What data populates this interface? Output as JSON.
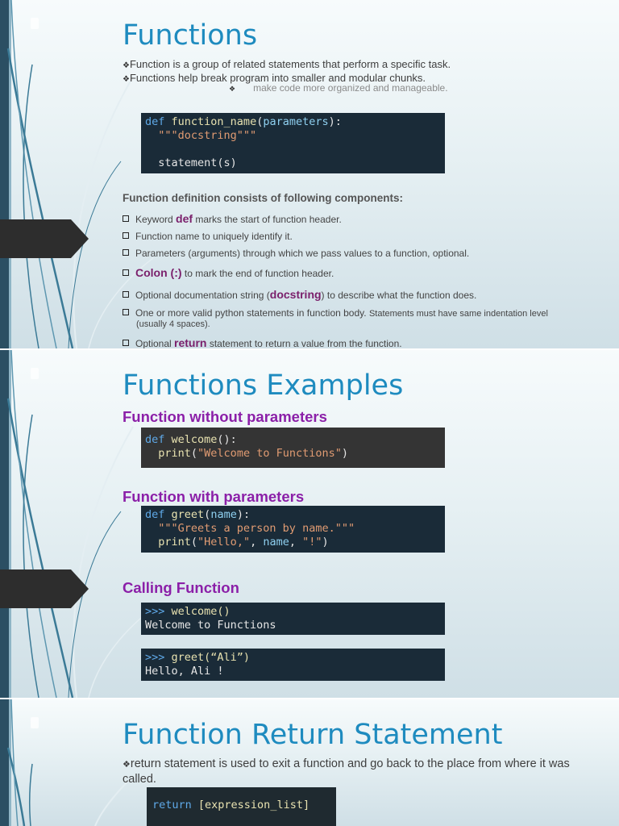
{
  "slide1": {
    "title": "Functions",
    "bullet_symbol": "❖",
    "bullets": [
      "Function is a group of related statements that perform a specific task.",
      "Functions help break program into smaller and modular chunks."
    ],
    "sub_bullet": "make code more organized and manageable.",
    "code": {
      "def_kw": "def",
      "name": "function_name",
      "open": "(",
      "params": "parameters",
      "close": "):",
      "docstring": "  \"\"\"docstring\"\"\"",
      "statement": "  statement(s)"
    },
    "components_heading": "Function definition consists of following components:",
    "components": {
      "c1_pre": "Keyword ",
      "c1_hl": "def",
      "c1_post": " marks the start of function header.",
      "c2": "Function name to uniquely identify it.",
      "c3": "Parameters (arguments) through which we pass values to a function, optional.",
      "c4_hl": "Colon (:)",
      "c4_post": " to mark the end of function header.",
      "c5_pre": "Optional documentation string (",
      "c5_hl": "docstring",
      "c5_post": ") to describe what the function does.",
      "c6_pre": "One or more valid python statements in function body. ",
      "c6_small": "Statements must have same indentation level",
      "c6_line2": "(usually 4 spaces).",
      "c7_pre": "Optional ",
      "c7_hl": "return",
      "c7_post": " statement to return a value from the function."
    }
  },
  "slide2": {
    "title": "Functions Examples",
    "h_without": "Function without parameters",
    "code_welcome": {
      "def_kw": "def",
      "name": " welcome",
      "parens": "():",
      "print_indent": "  print",
      "open": "(",
      "str": "\"Welcome to Functions\"",
      "close": ")"
    },
    "h_with": "Function with parameters",
    "code_greet": {
      "def_kw": "def",
      "name": " greet",
      "open": "(",
      "param": "name",
      "close": "):",
      "doc": "  \"\"\"Greets a person by name.\"\"\"",
      "print_indent": "  print",
      "p_open": "(",
      "str1": "\"Hello,\"",
      "sep1": ", ",
      "var": "name",
      "sep2": ", ",
      "str2": "\"!\"",
      "p_close": ")"
    },
    "h_calling": "Calling Function",
    "call1": {
      "prompt": ">>>",
      "call": " welcome()",
      "output": "Welcome to Functions"
    },
    "call2": {
      "prompt": ">>>",
      "call": " greet(“Ali”)",
      "output": "Hello, Ali !"
    }
  },
  "slide3": {
    "title": "Function Return Statement",
    "bullet_symbol": "❖",
    "text": "return statement is used to exit a function and go back to the place from where it was called.",
    "code": {
      "kw": "return",
      "rest": " [expression_list]"
    }
  },
  "colors": {
    "title_blue": "#1e8bbf",
    "heading_purple": "#8b1fa8",
    "keyword_purple": "#7a1f6b",
    "code_bg": "#1a2b38",
    "code_bg_gray": "#343434",
    "left_bar": "#2b4f63"
  }
}
